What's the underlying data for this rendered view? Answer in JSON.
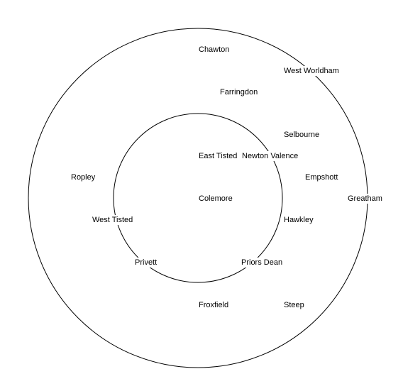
{
  "colors": {
    "background": "#ffffff",
    "line": "#000000",
    "text": "#000000"
  },
  "places": {
    "chawton": "Chawton",
    "west_worldham": "West Worldham",
    "farringdon": "Farringdon",
    "selbourne": "Selbourne",
    "east_tisted": "East Tisted",
    "newton_valence": "Newton Valence",
    "ropley": "Ropley",
    "empshott": "Empshott",
    "colemore": "Colemore",
    "greatham": "Greatham",
    "west_tisted": "West Tisted",
    "hawkley": "Hawkley",
    "privett": "Privett",
    "priors_dean": "Priors Dean",
    "froxfield": "Froxfield",
    "steep": "Steep"
  }
}
